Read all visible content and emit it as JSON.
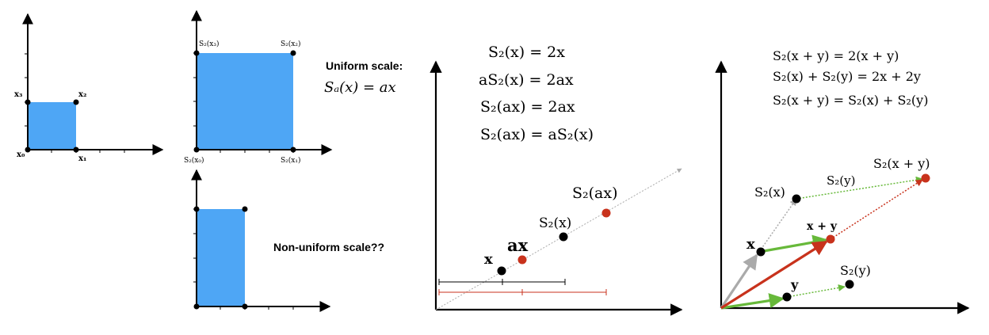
{
  "colors": {
    "fill_blue": "#4ea6f5",
    "red": "#c8321c",
    "green": "#67b93a",
    "gray": "#aaaaaa",
    "black": "#000000"
  },
  "panel1": {
    "x0": "x₀",
    "x1": "x₁",
    "x2": "x₂",
    "x3": "x₃"
  },
  "panel2": {
    "s2_x0": "S₂(x₀)",
    "s2_x1": "S₂(x₁)",
    "s2_x2": "S₂(x₂)",
    "s2_x3": "S₂(x₃)"
  },
  "uniform": {
    "heading": "Uniform scale:",
    "formula": "Sₐ(x) = ax"
  },
  "nonuniform": {
    "heading": "Non-uniform scale??"
  },
  "panel4": {
    "eq1": "S₂(x) = 2x",
    "eq2": "aS₂(x) = 2ax",
    "eq3": "S₂(ax) = 2ax",
    "eq4": "S₂(ax) = aS₂(x)",
    "label_x": "x",
    "label_ax": "ax",
    "label_s2x": "S₂(x)",
    "label_s2ax": "S₂(ax)"
  },
  "panel5": {
    "eq1": "S₂(x + y) = 2(x + y)",
    "eq2": "S₂(x) + S₂(y) = 2x + 2y",
    "eq3": "S₂(x + y) = S₂(x) + S₂(y)",
    "label_s2xy": "S₂(x + y)",
    "label_s2y_top": "S₂(y)",
    "label_s2x": "S₂(x)",
    "label_xy": "x + y",
    "label_x": "x",
    "label_y": "y",
    "label_s2y": "S₂(y)"
  }
}
